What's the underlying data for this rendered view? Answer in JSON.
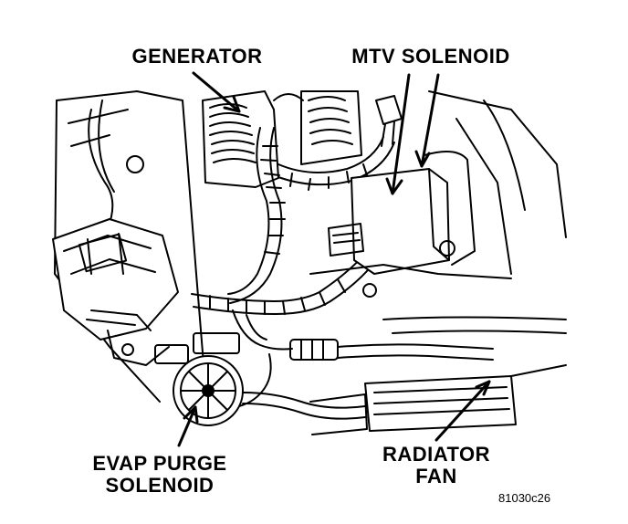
{
  "labels": {
    "generator": "GENERATOR",
    "mtv_solenoid": "MTV SOLENOID",
    "evap_purge_line1": "EVAP PURGE",
    "evap_purge_line2": "SOLENOID",
    "radiator_line1": "RADIATOR",
    "radiator_line2": "FAN"
  },
  "figure_code": "81030c26",
  "colors": {
    "ink": "#000000",
    "paper": "#ffffff"
  }
}
